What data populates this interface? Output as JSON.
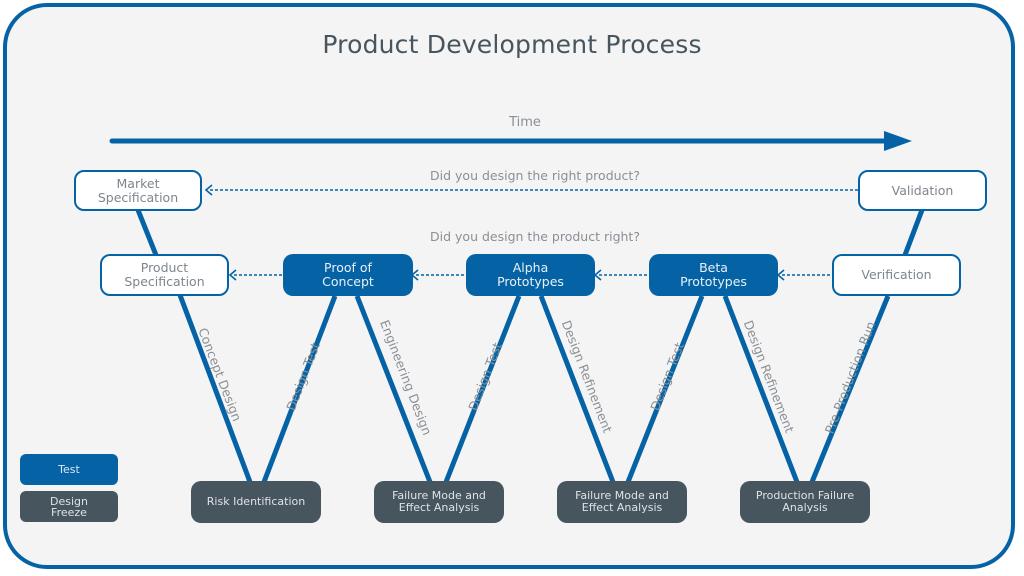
{
  "title": "Product Development Process",
  "time_label": "Time",
  "questions": {
    "validation": "Did you design the right product?",
    "verification": "Did you design the product right?"
  },
  "top_row": {
    "market_spec": "Market\nSpecification",
    "validation": "Validation"
  },
  "middle_row": {
    "product_spec": "Product\nSpecification",
    "proof_of_concept": "Proof of\nConcept",
    "alpha": "Alpha\nPrototypes",
    "beta": "Beta\nPrototypes",
    "verification": "Verification"
  },
  "bottom_row": {
    "risk": "Risk Identification",
    "fmea1": "Failure Mode and\nEffect Analysis",
    "fmea2": "Failure Mode and\nEffect Analysis",
    "production": "Production Failure\nAnalysis"
  },
  "edge_labels": {
    "concept_design": "Concept Design",
    "design_test_1": "Design Test",
    "engineering_design": "Engineering Design",
    "design_test_2": "Design Test",
    "design_refinement_1": "Design Refinement",
    "design_test_3": "Design Test",
    "design_refinement_2": "Design Refinement",
    "pre_production_run": "Pre-Production Run"
  },
  "legend": {
    "test": "Test",
    "freeze": "Design\nFreeze"
  },
  "colors": {
    "accent": "#0563a5",
    "freeze": "#47555f",
    "background": "#f4f4f4"
  }
}
